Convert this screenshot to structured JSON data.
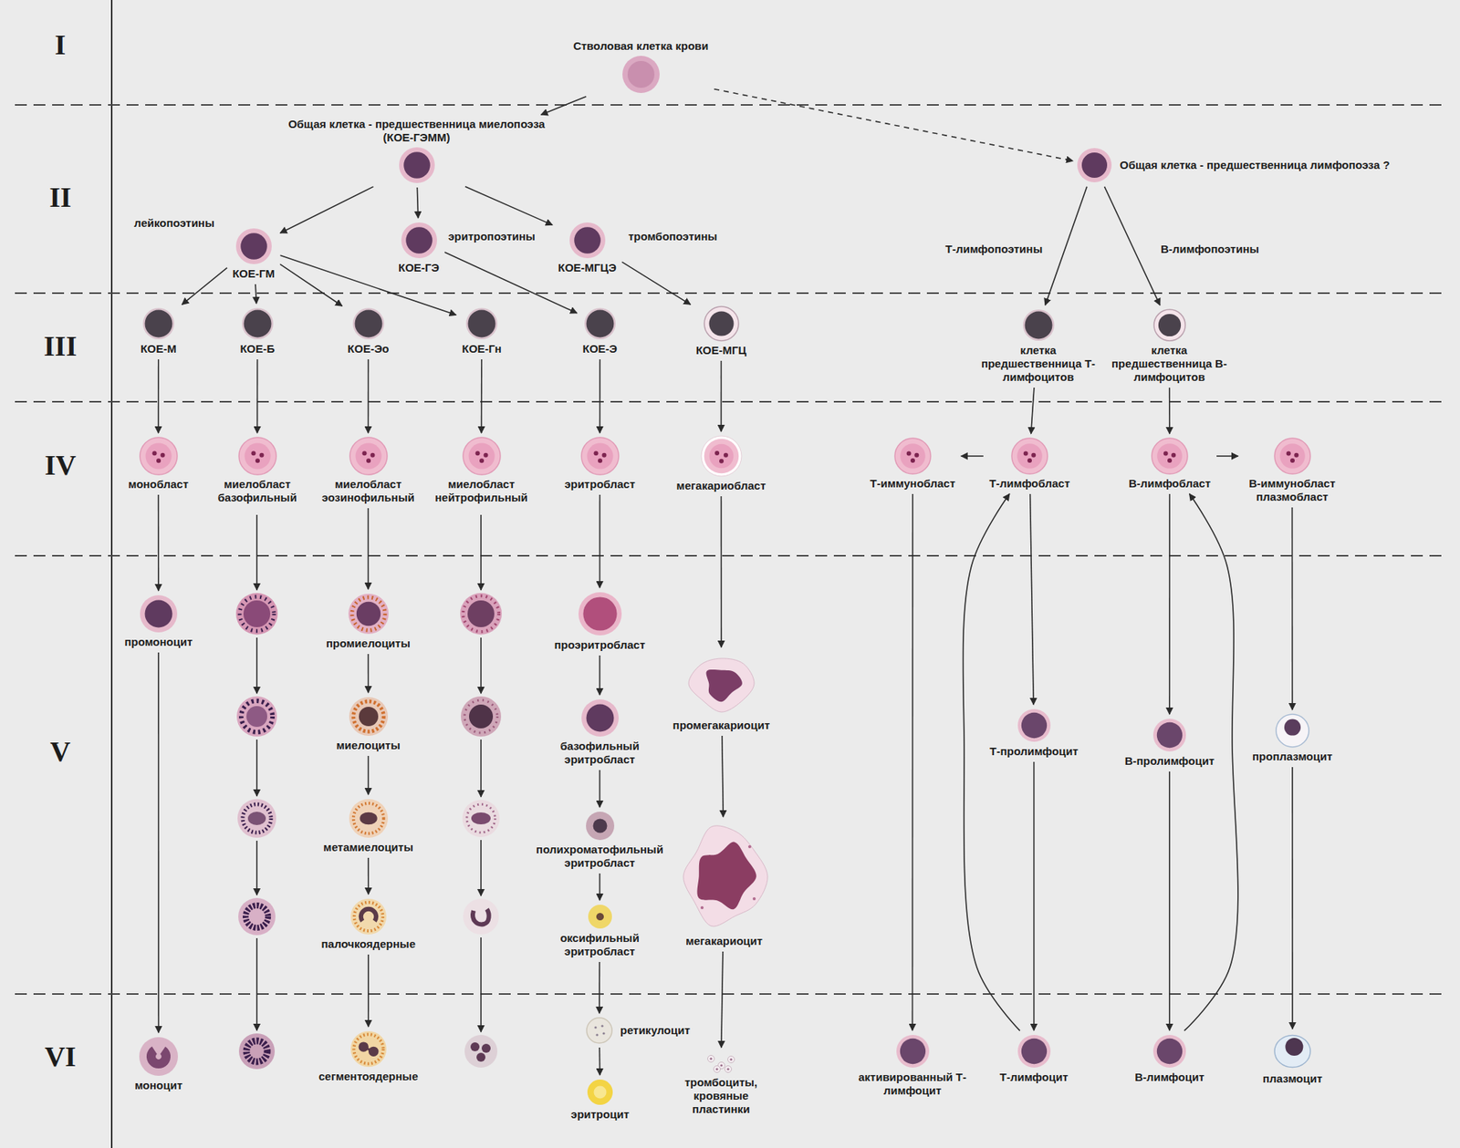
{
  "diagram": {
    "nodes": [
      {
        "text": [
          "Стволовая клетка крови"
        ]
      },
      {
        "text": [
          "Общая клетка - предшественница миелопоэза (КОЕ-ГЭММ)"
        ]
      },
      {
        "text": [
          "Общая клетка - предшественница лимфопоэза ?"
        ]
      },
      {
        "text": [
          "КОЕ-ГМ"
        ]
      },
      {
        "text": [
          "КОЕ-ГЭ"
        ]
      },
      {
        "text": [
          "КОЕ-МГЦЭ"
        ]
      },
      {
        "text": [
          "КОЕ-М"
        ]
      },
      {
        "text": [
          "КОЕ-Б"
        ]
      },
      {
        "text": [
          "КОЕ-Эо"
        ]
      },
      {
        "text": [
          "КОЕ-Гн"
        ]
      },
      {
        "text": [
          "КОЕ-Э"
        ]
      },
      {
        "text": [
          "КОЕ-МГЦ"
        ]
      },
      {
        "text": [
          "клетка предшественница Т-лимфоцитов"
        ]
      },
      {
        "text": [
          "клетка предшественница В-лимфоцитов"
        ]
      },
      {
        "text": [
          "монобласт"
        ]
      },
      {
        "text": [
          "миелобласт базофильный"
        ]
      },
      {
        "text": [
          "миелобласт эозинофильный"
        ]
      },
      {
        "text": [
          "миелобласт нейтрофильный"
        ]
      },
      {
        "text": [
          "эритробласт"
        ]
      },
      {
        "text": [
          "мегакариобласт"
        ]
      },
      {
        "text": [
          "Т-иммунобласт"
        ]
      },
      {
        "text": [
          "Т-лимфобласт"
        ]
      },
      {
        "text": [
          "В-лимфобласт"
        ]
      },
      {
        "text": [
          "В-иммунобласт плазмобласт"
        ]
      },
      {
        "text": [
          "промоноцит"
        ]
      },
      {
        "text": [
          "промиелоциты"
        ]
      },
      {
        "text": [
          "проэритробласт"
        ]
      },
      {
        "text": [
          "промегакариоцит"
        ]
      },
      {
        "text": [
          "базофильный эритробласт"
        ]
      },
      {
        "text": [
          "миелоциты"
        ]
      },
      {
        "text": [
          "Т-пролимфоцит"
        ]
      },
      {
        "text": [
          "проплазмоцит"
        ]
      },
      {
        "text": [
          "В-пролимфоцит"
        ]
      },
      {
        "text": [
          "полихроматофильный эритробласт"
        ]
      },
      {
        "text": [
          "метамиелоциты"
        ]
      },
      {
        "text": [
          "мегакариоцит"
        ]
      },
      {
        "text": [
          "палочкоядерные"
        ]
      },
      {
        "text": [
          "оксифильный эритробласт"
        ]
      },
      {
        "text": [
          "моноцит"
        ]
      },
      {
        "text": [
          "сегментоядерные"
        ]
      },
      {
        "text": [
          "ретикулоцит"
        ]
      },
      {
        "text": [
          "тромбоциты, кровяные пластинки"
        ]
      },
      {
        "text": [
          "активированный Т-лимфоцит"
        ]
      },
      {
        "text": [
          "Т-лимфоцит"
        ]
      },
      {
        "text": [
          "В-лимфоцит"
        ]
      },
      {
        "text": [
          "плазмоцит"
        ]
      },
      {
        "text": [
          "эритроцит"
        ]
      }
    ],
    "edges": [
      {
        "from": 0,
        "to": 1,
        "arrow": "to"
      },
      {
        "from": 0,
        "to": 2,
        "arrow": "to"
      },
      {
        "from": 1,
        "to": 3,
        "arrow": "to"
      },
      {
        "from": 1,
        "to": 4,
        "arrow": "to"
      },
      {
        "from": 1,
        "to": 5,
        "arrow": "to"
      },
      {
        "from": 3,
        "to": 6,
        "arrow": "to"
      },
      {
        "from": 3,
        "to": 7,
        "arrow": "to"
      },
      {
        "from": 3,
        "to": 8,
        "arrow": "to"
      },
      {
        "from": 3,
        "to": 9,
        "arrow": "to"
      },
      {
        "from": 4,
        "to": 10,
        "arrow": "to"
      },
      {
        "from": 5,
        "to": 11,
        "arrow": "to"
      },
      {
        "from": 2,
        "to": 12,
        "arrow": "to"
      },
      {
        "from": 2,
        "to": 13,
        "arrow": "to"
      },
      {
        "from": 6,
        "to": 14,
        "arrow": "to"
      },
      {
        "from": 7,
        "to": 15,
        "arrow": "to"
      },
      {
        "from": 8,
        "to": 16,
        "arrow": "to"
      },
      {
        "from": 9,
        "to": 17,
        "arrow": "to"
      },
      {
        "from": 10,
        "to": 18,
        "arrow": "to"
      },
      {
        "from": 11,
        "to": 19,
        "arrow": "to"
      },
      {
        "from": 12,
        "to": 21,
        "arrow": "to"
      },
      {
        "from": 21,
        "to": 20,
        "arrow": "to"
      },
      {
        "from": 13,
        "to": 22,
        "arrow": "to"
      },
      {
        "from": 22,
        "to": 23,
        "arrow": "to"
      },
      {
        "from": 14,
        "to": 24,
        "arrow": "to"
      },
      {
        "from": 24,
        "to": 38,
        "arrow": "to"
      },
      {
        "from": 16,
        "to": 25,
        "arrow": "to"
      },
      {
        "from": 25,
        "to": 29,
        "arrow": "to"
      },
      {
        "from": 29,
        "to": 34,
        "arrow": "to"
      },
      {
        "from": 34,
        "to": 36,
        "arrow": "to"
      },
      {
        "from": 36,
        "to": 39,
        "arrow": "to"
      },
      {
        "from": 18,
        "to": 26,
        "arrow": "to"
      },
      {
        "from": 26,
        "to": 28,
        "arrow": "to"
      },
      {
        "from": 28,
        "to": 33,
        "arrow": "to"
      },
      {
        "from": 33,
        "to": 37,
        "arrow": "to"
      },
      {
        "from": 37,
        "to": 40,
        "arrow": "to"
      },
      {
        "from": 40,
        "to": 46,
        "arrow": "to"
      },
      {
        "from": 19,
        "to": 27,
        "arrow": "to"
      },
      {
        "from": 27,
        "to": 35,
        "arrow": "to"
      },
      {
        "from": 35,
        "to": 41,
        "arrow": "to"
      },
      {
        "from": 20,
        "to": 42,
        "arrow": "to"
      },
      {
        "from": 21,
        "to": 30,
        "arrow": "to"
      },
      {
        "from": 30,
        "to": 43,
        "arrow": "to"
      },
      {
        "from": 43,
        "to": 21,
        "arrow": "to"
      },
      {
        "from": 22,
        "to": 32,
        "arrow": "to"
      },
      {
        "from": 32,
        "to": 44,
        "arrow": "to"
      },
      {
        "from": 44,
        "to": 22,
        "arrow": "to"
      },
      {
        "from": 23,
        "to": 31,
        "arrow": "to"
      },
      {
        "from": 31,
        "to": 45,
        "arrow": "to"
      }
    ],
    "labels": [
      "I",
      "II",
      "III",
      "IV",
      "V",
      "VI",
      "лейкопоэтины",
      "эритропоэтины",
      "тромбопоэтины",
      "Т-лимфопоэтины",
      "В-лимфопоэтины"
    ]
  }
}
